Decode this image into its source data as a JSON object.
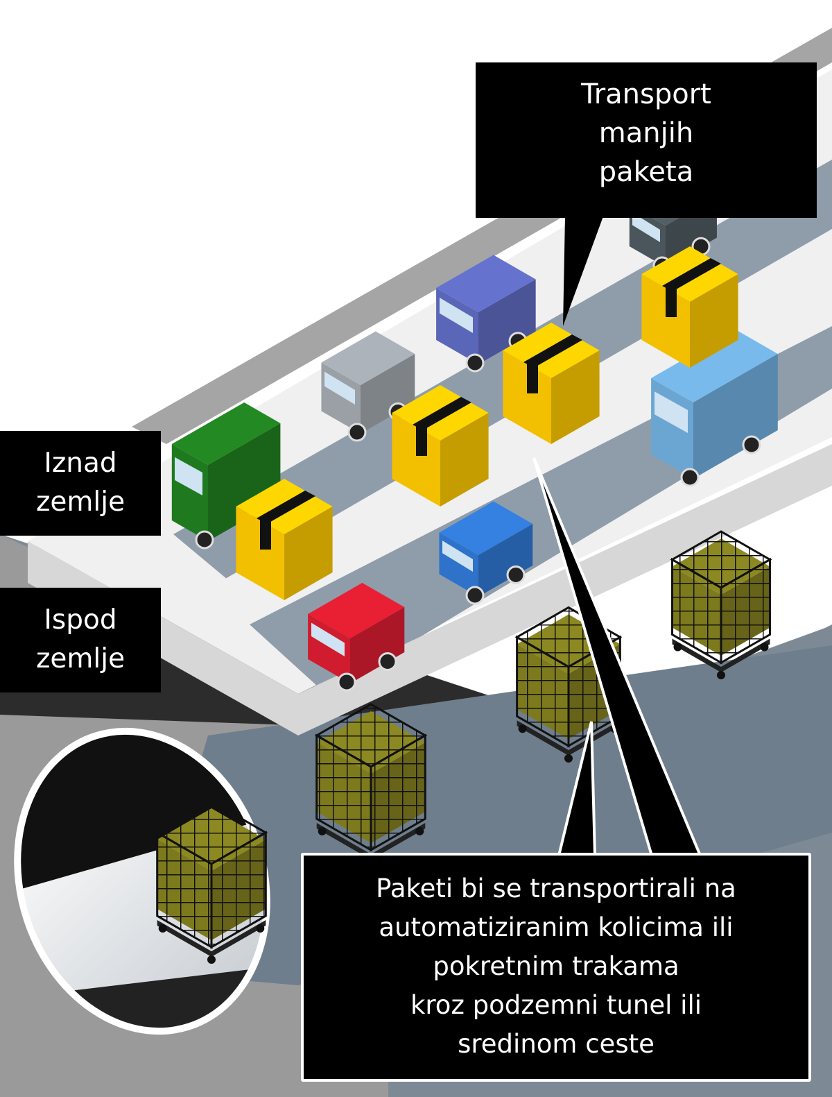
{
  "callouts": {
    "top": [
      "Transport",
      "manjih",
      "paketa"
    ],
    "above_ground": [
      "Iznad",
      "zemlje"
    ],
    "below_ground": [
      "Ispod",
      "zemlje"
    ],
    "bottom": [
      "Paketi bi se transportirali na",
      "automatiziranim kolicima ili",
      "pokretnim trakama",
      "kroz podzemni tunel ili",
      "sredinom ceste"
    ]
  },
  "colors": {
    "callout_bg": "#000000",
    "callout_text": "#ffffff",
    "box_yellow": "#f2c000",
    "road": "#8c9aa8",
    "lane_white": "#f2f2f2",
    "tunnel_dark": "#2b2b2b"
  },
  "vehicles": [
    {
      "type": "truck",
      "color": "#1f7a1f"
    },
    {
      "type": "truck",
      "color": "#6ba6d3"
    },
    {
      "type": "van",
      "color": "#5a66b8"
    },
    {
      "type": "van",
      "color": "#9aa0a6"
    },
    {
      "type": "van",
      "color": "#4a555c"
    },
    {
      "type": "car",
      "color": "#2e73c9"
    },
    {
      "type": "car",
      "color": "#d01c2e"
    }
  ]
}
